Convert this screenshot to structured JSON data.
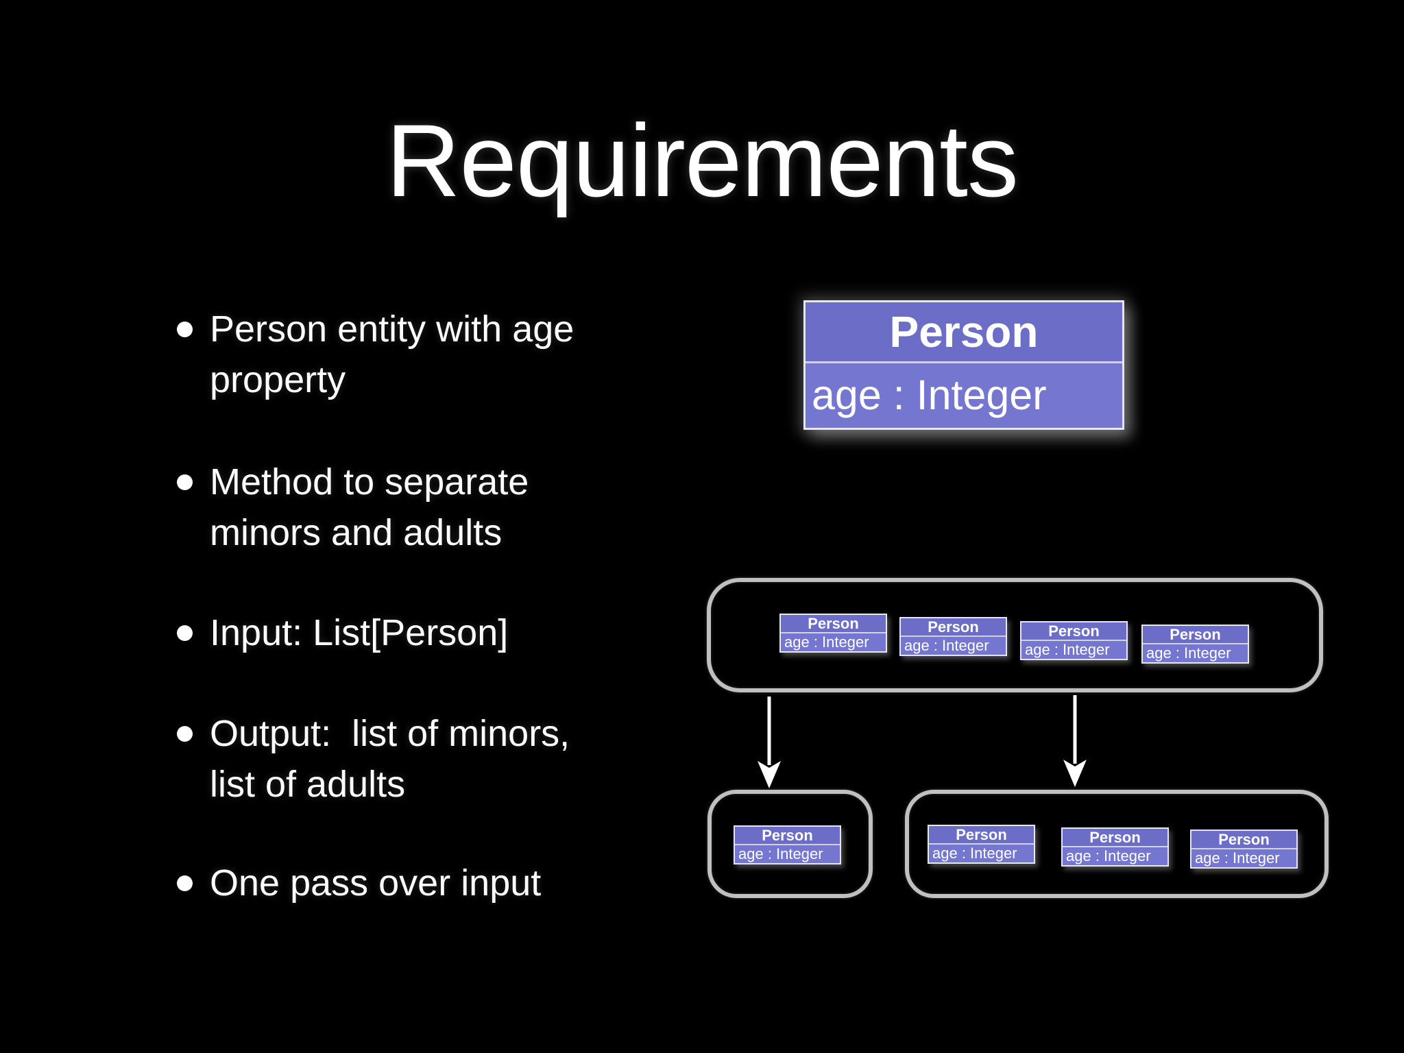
{
  "slide": {
    "title": "Requirements",
    "bullets": [
      {
        "line1": "Person entity with age",
        "line2": "property"
      },
      {
        "line1": "Method to separate",
        "line2": "minors and adults"
      },
      {
        "line1": "Input: List[Person]"
      },
      {
        "line1": "Output:  list of minors,",
        "line2": "list of adults"
      },
      {
        "line1": "One pass over input"
      }
    ]
  },
  "uml": {
    "class_name": "Person",
    "attribute": "age : Integer"
  },
  "diagram": {
    "input_group": {
      "box_count": 4
    },
    "minors_group": {
      "box_count": 1
    },
    "adults_group": {
      "box_count": 3
    }
  },
  "colors": {
    "background": "#000000",
    "text": "#FFFFFF",
    "uml_header_fill": "#6B6DC6",
    "uml_body_fill": "#7476CF",
    "uml_border": "#E6E6F4",
    "container_border": "#C0C0C0",
    "arrow": "#FFFFFF"
  }
}
